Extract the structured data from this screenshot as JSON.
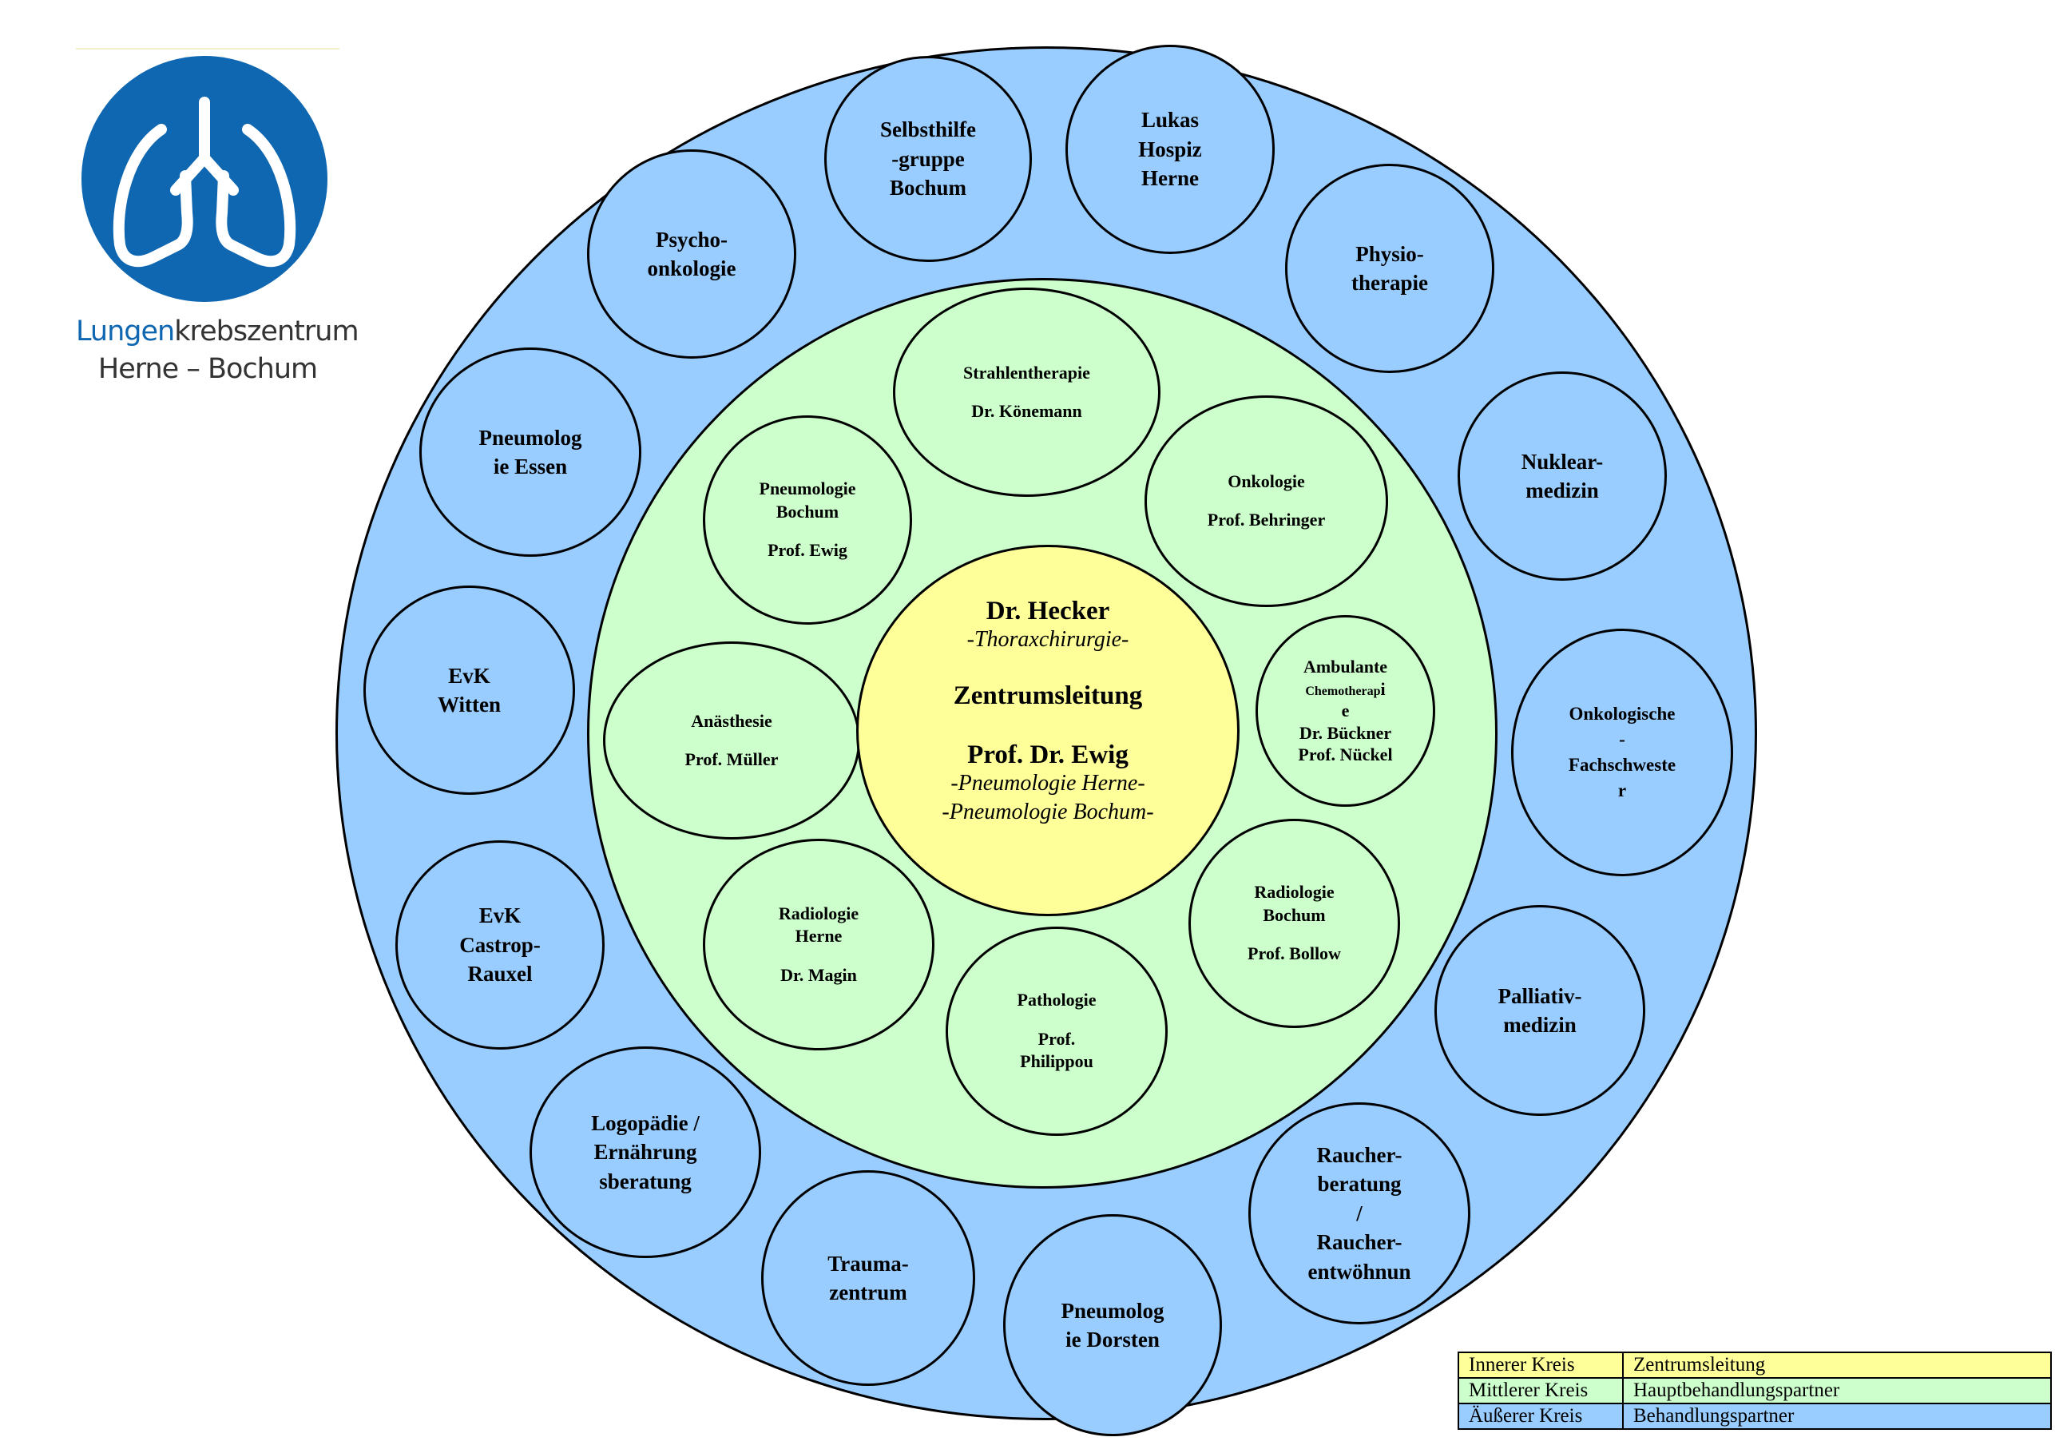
{
  "logo": {
    "title_highlight": "Lungen",
    "title_rest": "krebszentrum",
    "subtitle": "Herne – Bochum",
    "icon": "lungs-icon",
    "colors": {
      "brand": "#0e67b0"
    }
  },
  "colors": {
    "inner": "#ffff99",
    "middle": "#ccffcc",
    "outer": "#99ccff"
  },
  "center": {
    "name1": "Dr. Hecker",
    "sub1": "-Thoraxchirurgie-",
    "role": "Zentrumsleitung",
    "name2": "Prof. Dr. Ewig",
    "sub2": "-Pneumologie Herne-",
    "sub3": "-Pneumologie Bochum-"
  },
  "middle": {
    "strahlentherapie": {
      "line1": "Strahlentherapie",
      "line2": "Dr. Könemann"
    },
    "onkologie": {
      "line1": "Onkologie",
      "line2": "Prof. Behringer"
    },
    "ambulante": {
      "line1": "Ambulante",
      "line2a": "Chemotherap",
      "line2b": "i",
      "line3": "e",
      "line4": "Dr. Bückner",
      "line5": "Prof. Nückel"
    },
    "radiologie_bochum": {
      "line1": "Radiologie",
      "line2": "Bochum",
      "line3": "Prof. Bollow"
    },
    "pathologie": {
      "line1": "Pathologie",
      "line2": "Prof.",
      "line3": "Philippou"
    },
    "radiologie_herne": {
      "line1": "Radiologie",
      "line2": "Herne",
      "line3": "Dr. Magin"
    },
    "anaesthesie": {
      "line1": "Anästhesie",
      "line2": "Prof. Müller"
    },
    "pneumologie_bochum": {
      "line1": "Pneumologie",
      "line2": "Bochum",
      "line3": "Prof. Ewig"
    }
  },
  "outer": {
    "selbsthilfe": [
      "Selbsthilfe",
      "-gruppe",
      "Bochum"
    ],
    "lukas": [
      "Lukas",
      "Hospiz",
      "Herne"
    ],
    "physio": [
      "Physio-",
      "therapie"
    ],
    "nuklear": [
      "Nuklear-",
      "medizin"
    ],
    "onkologische": [
      "Onkologische",
      "-",
      "Fachschweste",
      "r"
    ],
    "palliativ": [
      "Palliativ-",
      "medizin"
    ],
    "raucher": [
      "Raucher-",
      "beratung",
      "/",
      "Raucher-",
      "entwöhnun"
    ],
    "pneumologie_dorsten": [
      "Pneumolog",
      "ie Dorsten"
    ],
    "trauma": [
      "Trauma-",
      "zentrum"
    ],
    "logopaedie": [
      "Logopädie /",
      "Ernährung",
      "sberatung"
    ],
    "evk_castrop": [
      "EvK",
      "Castrop-",
      "Rauxel"
    ],
    "evk_witten": [
      "EvK",
      "Witten"
    ],
    "pneumologie_essen": [
      "Pneumolog",
      "ie Essen"
    ],
    "psycho": [
      "Psycho-",
      "onkologie"
    ]
  },
  "legend": [
    {
      "key": "Innerer Kreis",
      "value": "Zentrumsleitung",
      "color": "#ffff99"
    },
    {
      "key": "Mittlerer Kreis",
      "value": "Hauptbehandlungspartner",
      "color": "#ccffcc"
    },
    {
      "key": "Äußerer Kreis",
      "value": "Behandlungspartner",
      "color": "#99ccff"
    }
  ]
}
